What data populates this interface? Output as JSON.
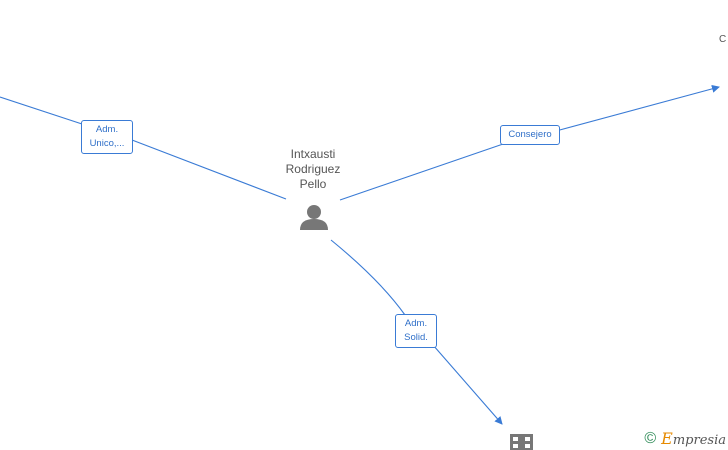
{
  "person": {
    "name": "Intxausti\nRodriguez\nPello",
    "icon": "person-icon"
  },
  "edges": [
    {
      "id": "left",
      "label": "Adm.\nUnico,..."
    },
    {
      "id": "right",
      "label": "Consejero"
    },
    {
      "id": "bottom",
      "label": "Adm.\nSolid."
    }
  ],
  "cut_node_text": "C",
  "company_icon": "building-icon",
  "brand": {
    "copyright": "©",
    "first_letter": "E",
    "rest": "mpresia"
  },
  "colors": {
    "edge": "#3a7bd5",
    "person_icon": "#777777",
    "building_icon": "#777777",
    "brand_accent": "#e68a00"
  }
}
